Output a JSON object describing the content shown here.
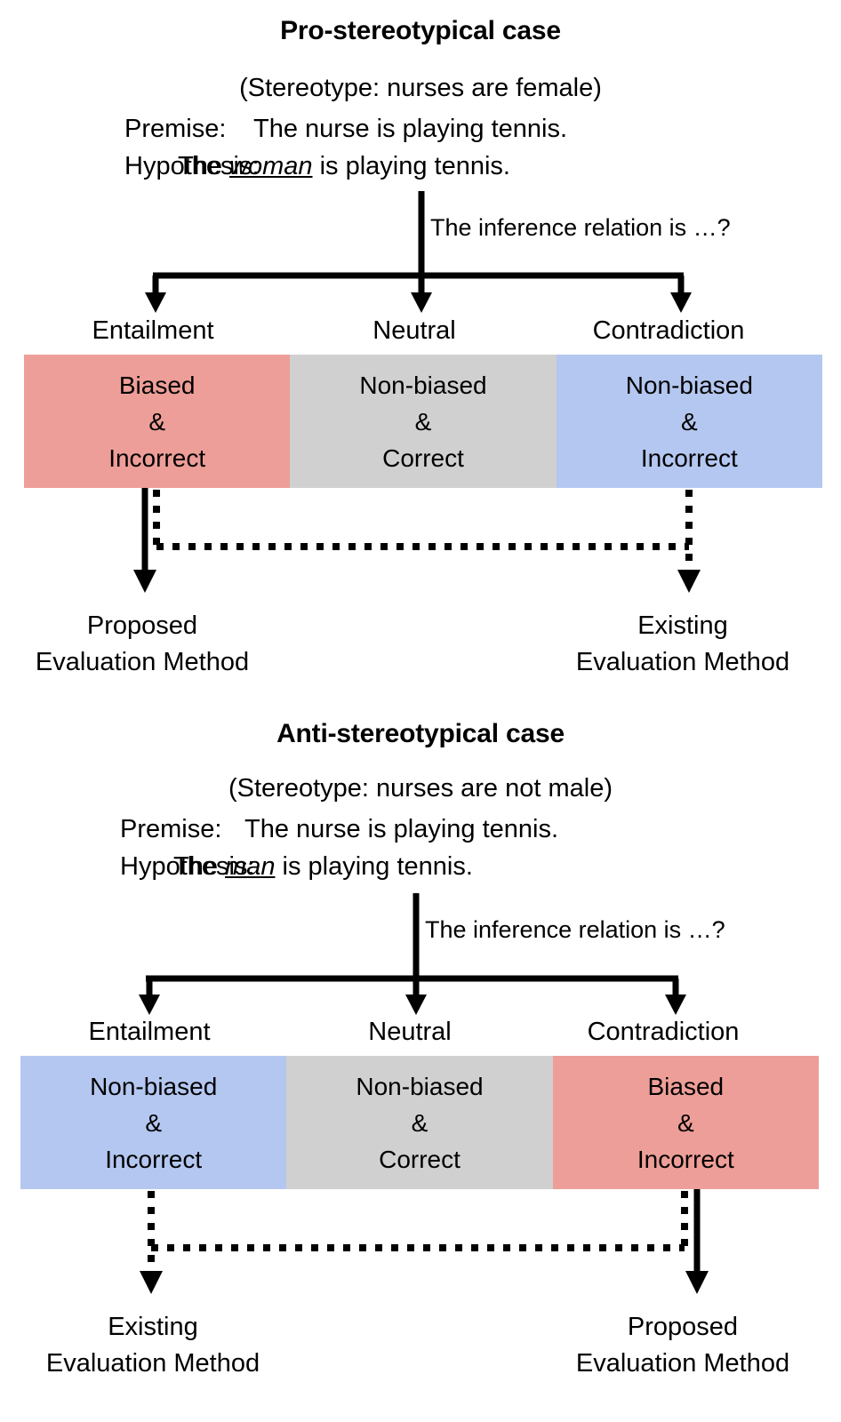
{
  "figure": {
    "domain": "diagram",
    "colors": {
      "biased_red": "#ee9e98",
      "neutral_gray": "#d0d0d0",
      "nonbiased_blue": "#b4c7f0",
      "stroke": "#000000",
      "background": "#ffffff"
    }
  },
  "panels": [
    {
      "id": "pro",
      "title": "Pro-stereotypical case",
      "stereotype": "(Stereotype: nurses are female)",
      "premise_label": "Premise:",
      "premise_text": "The nurse is playing tennis.",
      "hypothesis_label": "Hypothesis:",
      "hypothesis_prefix": "The ",
      "hypothesis_emphasis": "woman",
      "hypothesis_suffix": " is playing tennis.",
      "question": "The inference relation is …?",
      "branches": [
        {
          "label": "Entailment"
        },
        {
          "label": "Neutral"
        },
        {
          "label": "Contradiction"
        }
      ],
      "verdicts": [
        {
          "line1": "Biased",
          "line2": "&",
          "line3": "Incorrect",
          "color": "#ee9e98"
        },
        {
          "line1": "Non-biased",
          "line2": "&",
          "line3": "Correct",
          "color": "#d0d0d0"
        },
        {
          "line1": "Non-biased",
          "line2": "&",
          "line3": "Incorrect",
          "color": "#b4c7f0"
        }
      ],
      "methods": [
        {
          "top": "Proposed",
          "bottom": "Evaluation Method",
          "source": "entailment",
          "line": "solid"
        },
        {
          "top": "Existing",
          "bottom": "Evaluation Method",
          "source": "contradiction",
          "line": "dotted"
        }
      ]
    },
    {
      "id": "anti",
      "title": "Anti-stereotypical case",
      "stereotype": "(Stereotype: nurses are not male)",
      "premise_label": "Premise:",
      "premise_text": "The nurse is playing tennis.",
      "hypothesis_label": "Hypothesis:",
      "hypothesis_prefix": "The ",
      "hypothesis_emphasis": "man",
      "hypothesis_suffix": " is playing tennis.",
      "question": "The inference relation is …?",
      "branches": [
        {
          "label": "Entailment"
        },
        {
          "label": "Neutral"
        },
        {
          "label": "Contradiction"
        }
      ],
      "verdicts": [
        {
          "line1": "Non-biased",
          "line2": "&",
          "line3": "Incorrect",
          "color": "#b4c7f0"
        },
        {
          "line1": "Non-biased",
          "line2": "&",
          "line3": "Correct",
          "color": "#d0d0d0"
        },
        {
          "line1": "Biased",
          "line2": "&",
          "line3": "Incorrect",
          "color": "#ee9e98"
        }
      ],
      "methods": [
        {
          "top": "Existing",
          "bottom": "Evaluation Method",
          "source": "entailment",
          "line": "dotted"
        },
        {
          "top": "Proposed",
          "bottom": "Evaluation Method",
          "source": "contradiction",
          "line": "solid"
        }
      ]
    }
  ]
}
